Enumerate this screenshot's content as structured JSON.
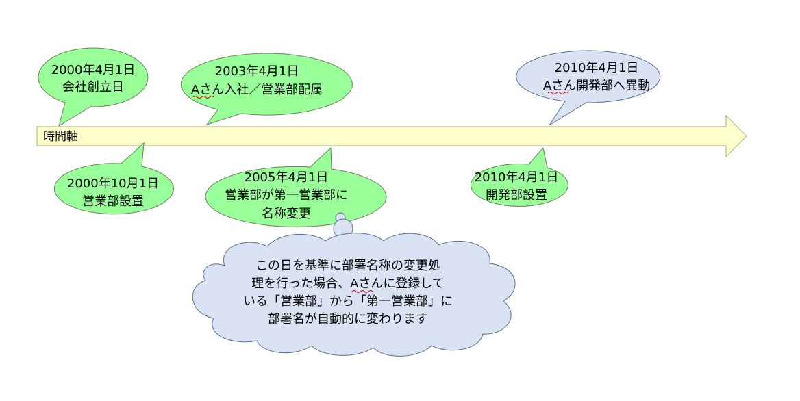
{
  "colors": {
    "arrow_fill": "#ffffcc",
    "arrow_stroke": "#b7c28a",
    "bubble_green": "#99ff99",
    "bubble_blue": "#dae3f3",
    "bubble_stroke": "#6d7d5f",
    "blue_stroke": "#5b6e8a",
    "squiggle": "#cc0000"
  },
  "axis": {
    "label": "時間軸"
  },
  "events": {
    "e1": {
      "line1": "2000年4月1日",
      "line2": "会社創立日"
    },
    "e2": {
      "line1": "2003年4月1日",
      "line2": "Aさん入社／営業部配属"
    },
    "e3": {
      "line1": "2010年4月1日",
      "line2": "Aさん開発部へ異動"
    },
    "e4": {
      "line1": "2000年10月1日",
      "line2": "営業部設置"
    },
    "e5": {
      "line1": "2005年4月1日",
      "line2": "営業部が第一営業部に",
      "line3": "名称変更"
    },
    "e6": {
      "line1": "2010年4月1日",
      "line2": "開発部設置"
    }
  },
  "cloud": {
    "line1": "この日を基準に部署名称の変更処",
    "line2": "理を行った場合、Aさんに登録して",
    "line3": "いる「営業部」から「第一営業部」に",
    "line4": "部署名が自動的に変わります"
  }
}
